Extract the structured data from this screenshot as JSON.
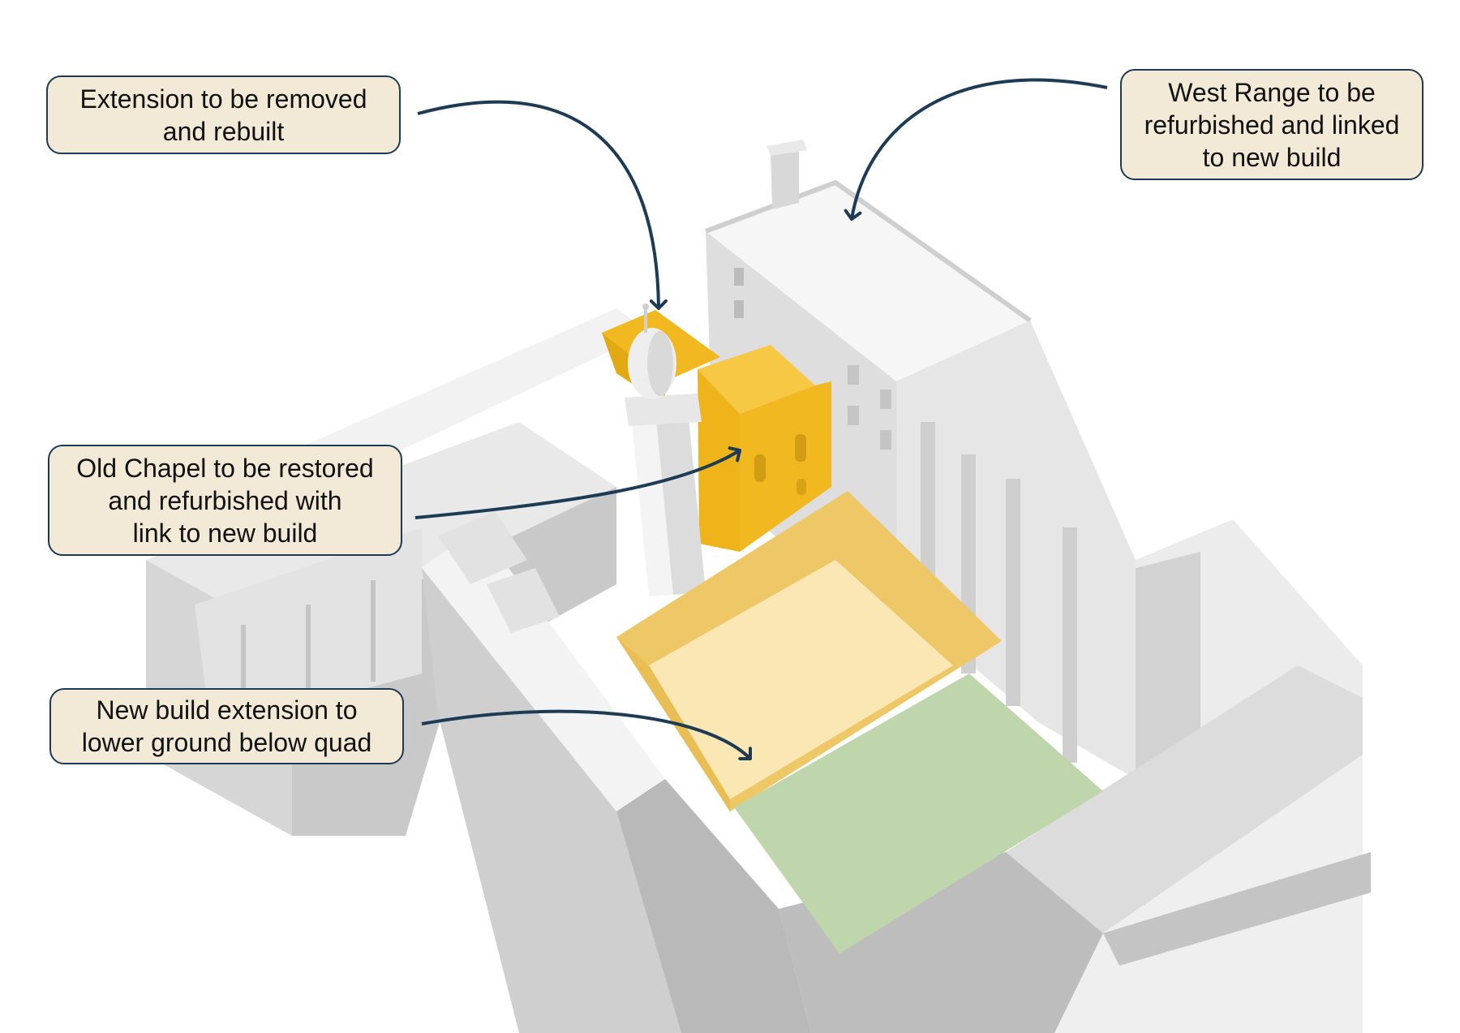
{
  "callouts": {
    "extension": {
      "lines": [
        "Extension to be removed",
        "and rebuilt"
      ]
    },
    "west_range": {
      "lines": [
        "West Range to be",
        "refurbished and linked",
        "to new build"
      ]
    },
    "old_chapel": {
      "lines": [
        "Old Chapel to be restored",
        "and refurbished with",
        "link to new build"
      ]
    },
    "new_build": {
      "lines": [
        "New build extension to",
        "lower ground below quad"
      ]
    }
  },
  "colors": {
    "callout_fill": "#f3e9d7",
    "callout_border": "#1d3b55",
    "arrow": "#1d3b55",
    "chapel_highlight": "#f2b81f",
    "new_build_highlight": "#fbe7b4",
    "new_build_edge": "#eec866",
    "quad_lawn": "#bfd6ad",
    "building_light": "#f1f1f1",
    "building_mid": "#dcdcdc",
    "building_dark": "#bdbdbd"
  },
  "icons": {
    "arrowhead": "chevron-arrowhead-icon"
  }
}
